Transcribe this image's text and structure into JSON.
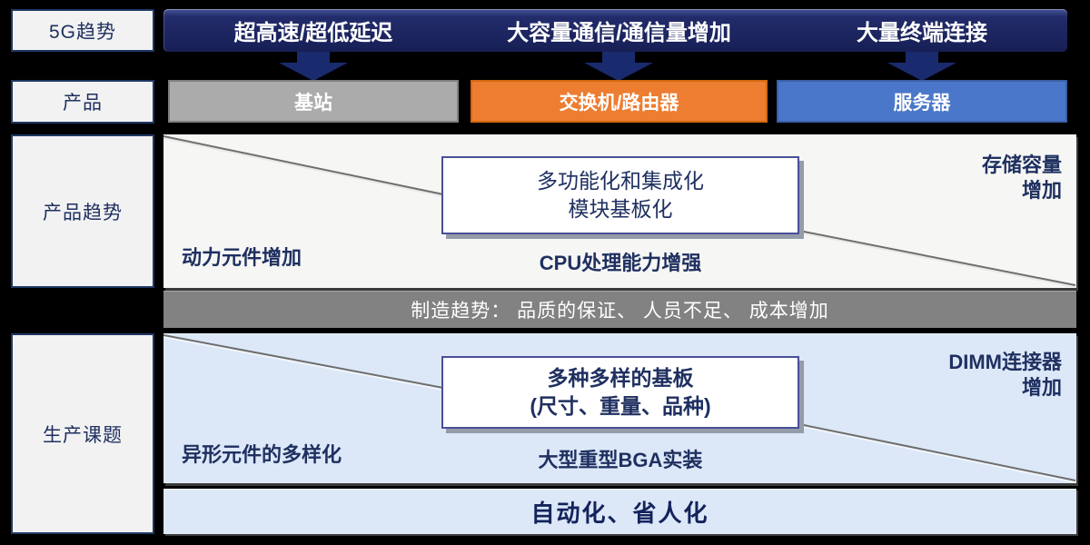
{
  "row_labels": {
    "trend": "5G趋势",
    "product": "产品",
    "product_trend": "产品趋势",
    "production": "生产课题"
  },
  "trend_bar": {
    "items": [
      "超高速/超低延迟",
      "大容量通信/通信量增加",
      "大量终端连接"
    ]
  },
  "products": [
    {
      "label": "基站",
      "color": "#ABABAB"
    },
    {
      "label": "交换机/路由器",
      "color": "#ED7D31"
    },
    {
      "label": "服务器",
      "color": "#4A77C9"
    }
  ],
  "product_trends": {
    "callout_line1": "多功能化和集成化",
    "callout_line2": "模块基板化",
    "top_right_line1": "存储容量",
    "top_right_line2": "增加",
    "bottom_left": "动力元件增加",
    "bottom_center": "CPU处理能力增强"
  },
  "manufacturing_bar": {
    "text": "制造趋势： 品质的保证、 人员不足、 成本增加"
  },
  "production_issues": {
    "callout_line1": "多种多样的基板",
    "callout_line2": "(尺寸、重量、品种)",
    "top_right_line1": "DIMM连接器",
    "top_right_line2": "增加",
    "bottom_left": "异形元件的多样化",
    "bottom_center": "大型重型BGA实装"
  },
  "bottom_bar": {
    "text": "自动化、省人化"
  },
  "colors": {
    "background": "#000000",
    "navy_bar": "#1C2560",
    "arrow": "#1A2A6E",
    "text_navy": "#1F3060",
    "label_border": "#1F3864",
    "panel_trends_bg": "#F6F6F4",
    "panel_issues_bg": "#DCE8F8",
    "manufacturing_bar_bg": "#828282",
    "product_gray": "#ABABAB",
    "product_orange": "#ED7D31",
    "product_blue": "#4A77C9"
  }
}
